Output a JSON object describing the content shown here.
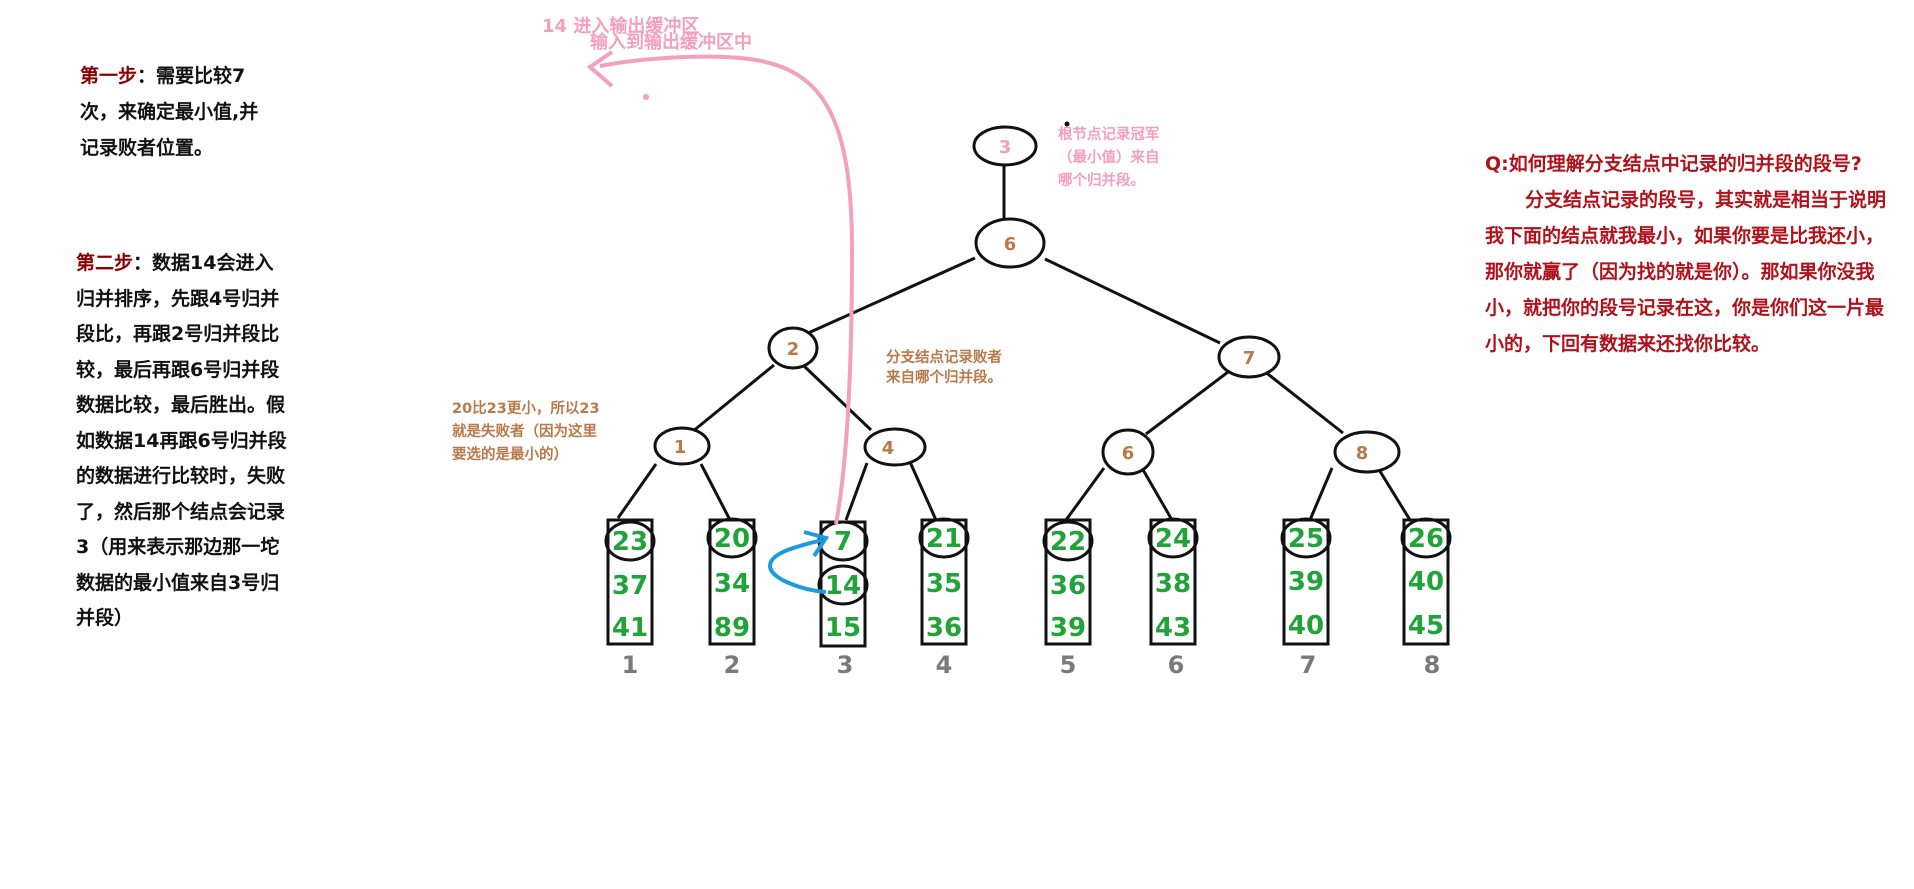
{
  "notes": {
    "step1_label": "第一步",
    "step1_text": "：需要比较7\n次，来确定最小值,并\n记录败者位置。",
    "step2_label": "第二步",
    "step2_text": "：数据14会进入\n归并排序，先跟4号归并\n段比，再跟2号归并段比\n较，最后再跟6号归并段\n数据比较，最后胜出。假\n如数据14再跟6号归并段\n的数据进行比较时，失败\n了，然后那个结点会记录\n3（用来表示那边那一坨\n数据的最小值来自3号归\n并段）",
    "q_title": "Q:如何理解分支结点中记录的归并段的段号?",
    "q_body": "分支结点记录的段号，其实就是相当于说明我下面的结点就我最小，如果你要是比我还小，那你就赢了（因为找的就是你）。那如果你没我小，就把你的段号记录在这，你是你们这一片最小的，下回有数据来还找你比较。",
    "root_note": "根节点记录冠军\n（最小值）来自\n哪个归并段。",
    "branch_note": "分支结点记录败者\n来自哪个归并段。",
    "loser_note": "20比23更小，所以23\n就是失败者（因为这里\n要选的是最小的）",
    "output_note": "输入到输出缓冲区中",
    "cut_note": "14 进入输出缓冲区"
  },
  "tree": {
    "root": "3",
    "level1": [
      "6"
    ],
    "level2": [
      "2",
      "7"
    ],
    "level3": [
      "1",
      "4",
      "6",
      "8"
    ]
  },
  "segments": [
    {
      "index": "1",
      "values": [
        "23",
        "37",
        "41"
      ]
    },
    {
      "index": "2",
      "values": [
        "20",
        "34",
        "89"
      ]
    },
    {
      "index": "3",
      "values": [
        "7",
        "14",
        "15"
      ]
    },
    {
      "index": "4",
      "values": [
        "21",
        "35",
        "36"
      ]
    },
    {
      "index": "5",
      "values": [
        "22",
        "36",
        "39"
      ]
    },
    {
      "index": "6",
      "values": [
        "24",
        "38",
        "43"
      ]
    },
    {
      "index": "7",
      "values": [
        "25",
        "39",
        "40"
      ]
    },
    {
      "index": "8",
      "values": [
        "26",
        "40",
        "45"
      ]
    }
  ],
  "colors": {
    "note_dark_red": "#8b0000",
    "q_red": "#b0121b",
    "pink": "#f3a0be",
    "brown": "#b87a4b",
    "green": "#22a33a",
    "gray": "#7a7a7a",
    "blue": "#1e9be0"
  }
}
